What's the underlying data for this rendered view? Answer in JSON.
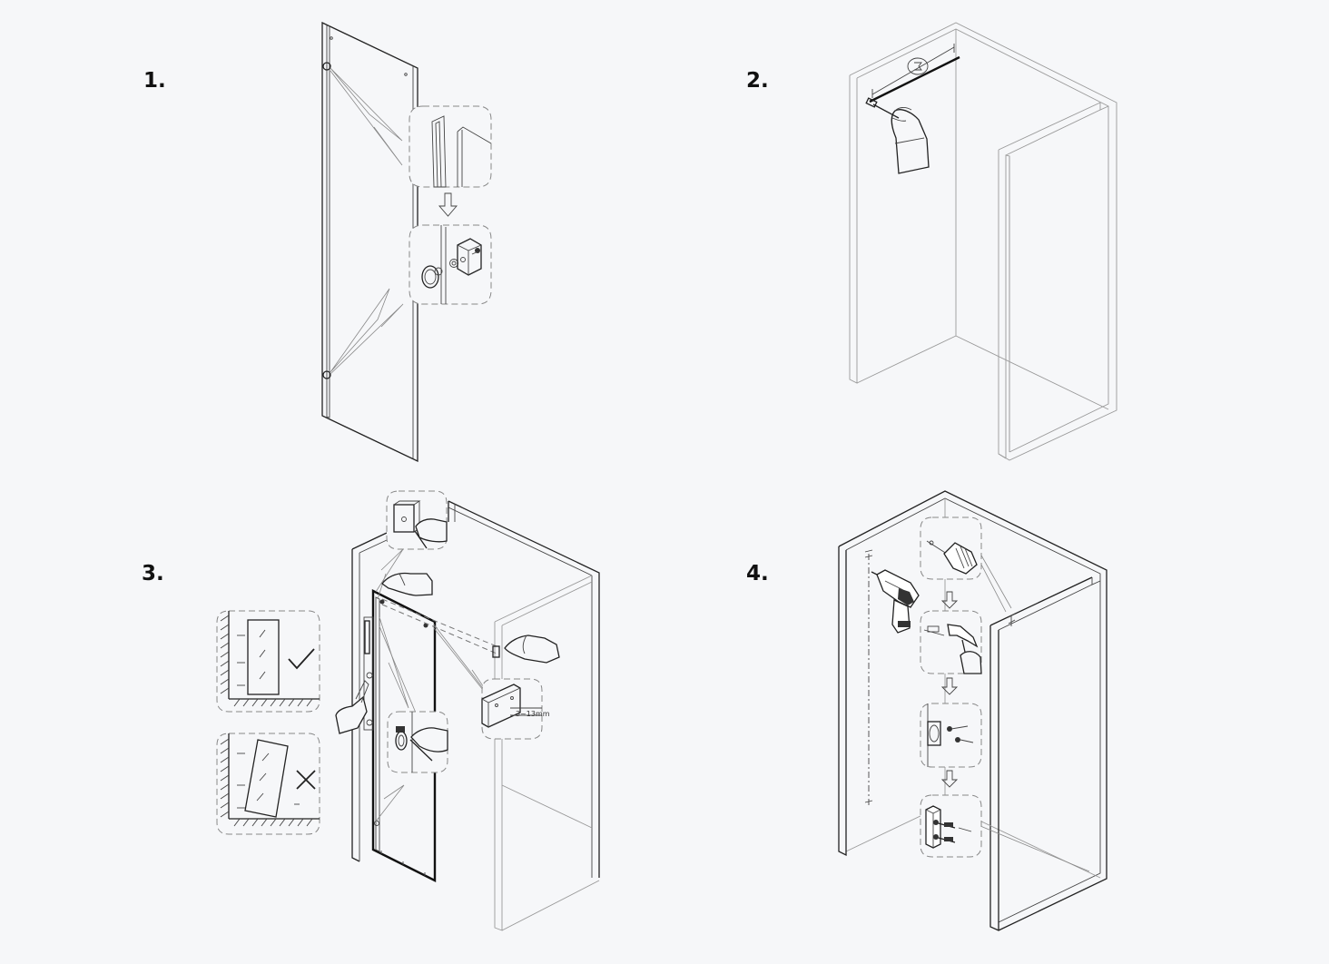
{
  "steps": [
    {
      "number": "1."
    },
    {
      "number": "2."
    },
    {
      "number": "3."
    },
    {
      "number": "4."
    }
  ],
  "annotations": {
    "step3_measure": "3~13mm"
  },
  "icons": {
    "correct": "check-icon",
    "wrong": "cross-icon"
  }
}
